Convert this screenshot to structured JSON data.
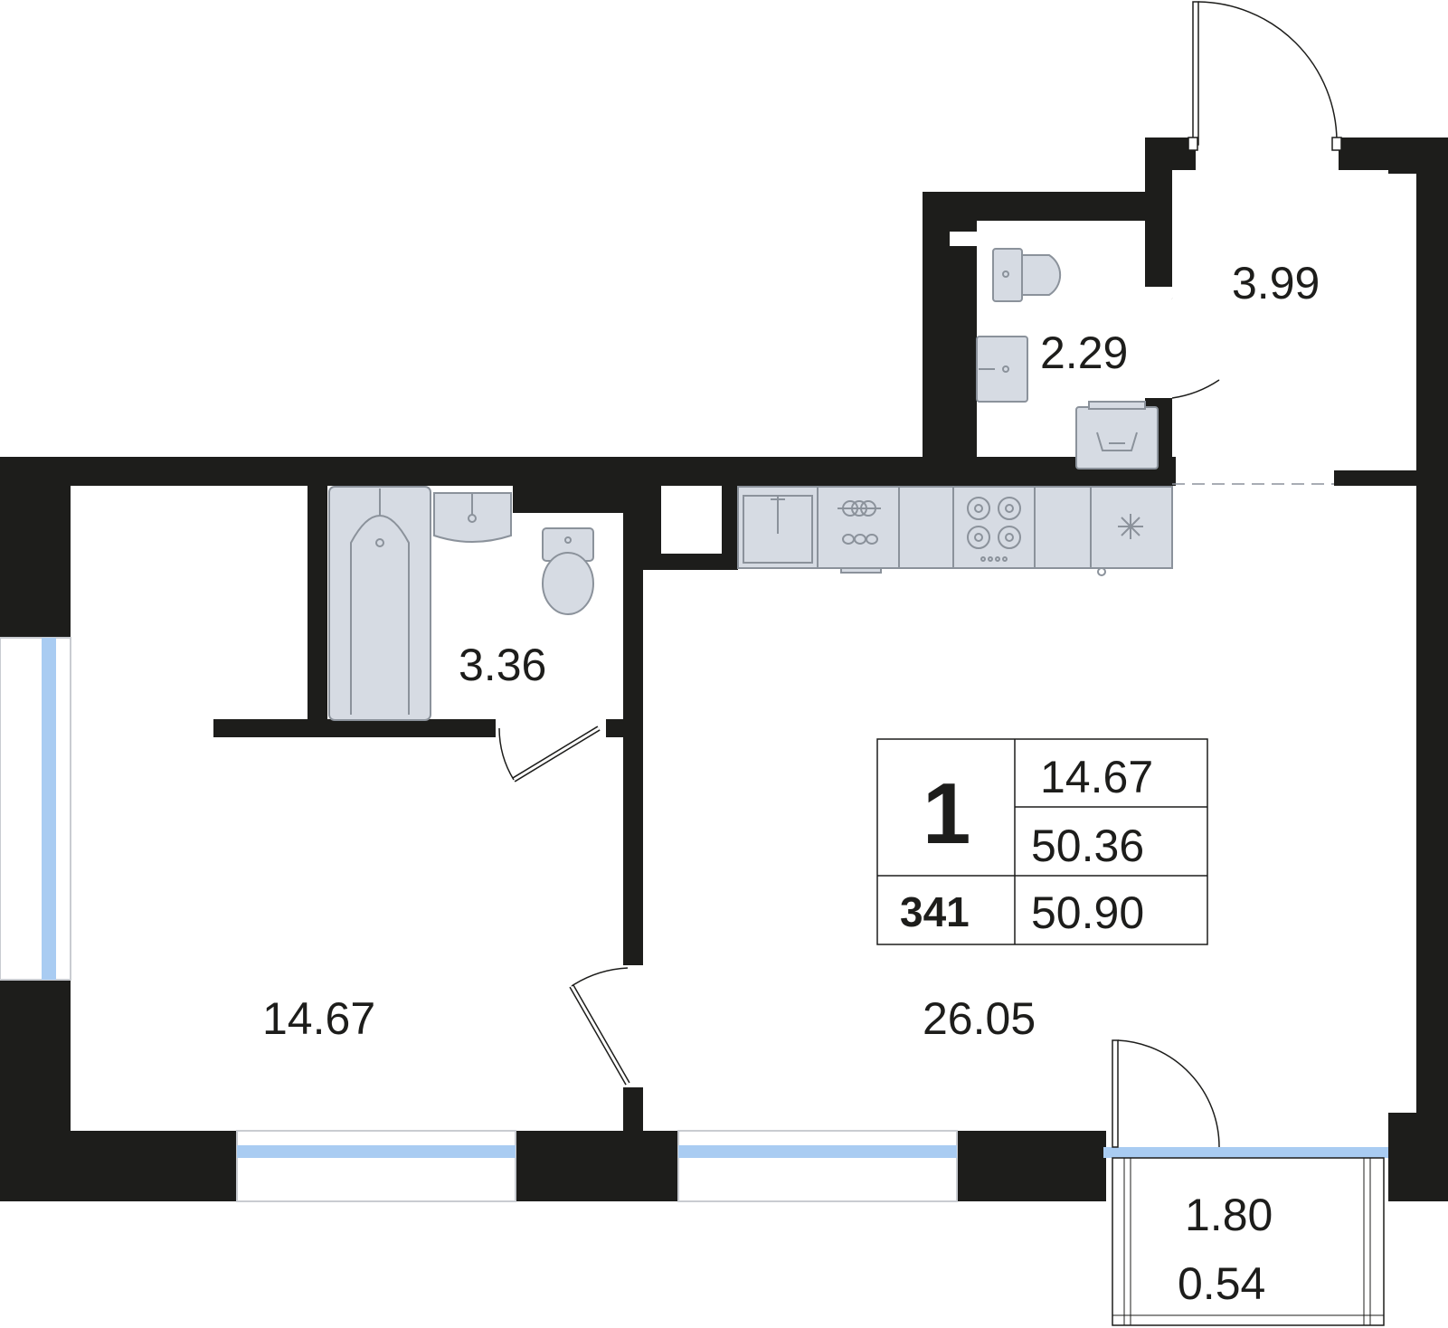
{
  "rooms": {
    "living_room": {
      "area": "14.67"
    },
    "kitchen_living": {
      "area": "26.05"
    },
    "bathroom": {
      "area": "3.36"
    },
    "wc": {
      "area": "2.29"
    },
    "hallway": {
      "area": "3.99"
    },
    "balcony": {
      "area": "1.80",
      "reduced_area": "0.54"
    }
  },
  "info_box": {
    "room_count": "1",
    "living_area": "14.67",
    "total_area": "50.36",
    "apartment_number": "341",
    "total_with_balcony": "50.90"
  },
  "colors": {
    "wall": "#1d1d1b",
    "fixture_fill": "#d6dbe3",
    "fixture_stroke": "#8b929b",
    "window_glass": "#a9ccf2",
    "background": "#ffffff"
  },
  "icons": [
    "bathtub-icon",
    "sink-icon",
    "toilet-icon",
    "washing-machine-icon",
    "stove-icon",
    "fridge-icon",
    "dishwasher-icon"
  ]
}
